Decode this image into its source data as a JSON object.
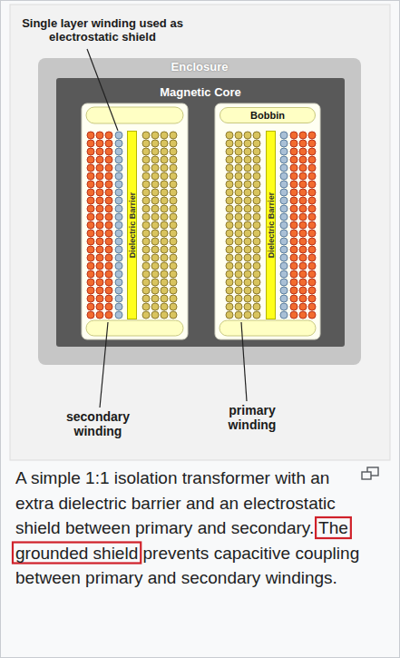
{
  "diagram": {
    "caption": "A simple 1:1 isolation transformer with an extra dielectric barrier and an electrostatic shield between primary and secondary. The grounded shield prevents capacitive coupling between primary and secondary windings.",
    "nodes": [
      {
        "text": [
          "Enclosure"
        ]
      },
      {
        "text": [
          "Magnetic Core"
        ],
        "in": 0
      },
      {
        "text": [
          "Bobbin"
        ],
        "in": 1
      },
      {
        "text": [
          "Dielectric Barrier"
        ],
        "in": 1
      },
      {
        "text": [
          "Dielectric Barrier"
        ],
        "in": 1
      }
    ],
    "labels": [
      "Single layer winding used as electrostatic shield",
      "secondary winding",
      "primary winding"
    ]
  }
}
